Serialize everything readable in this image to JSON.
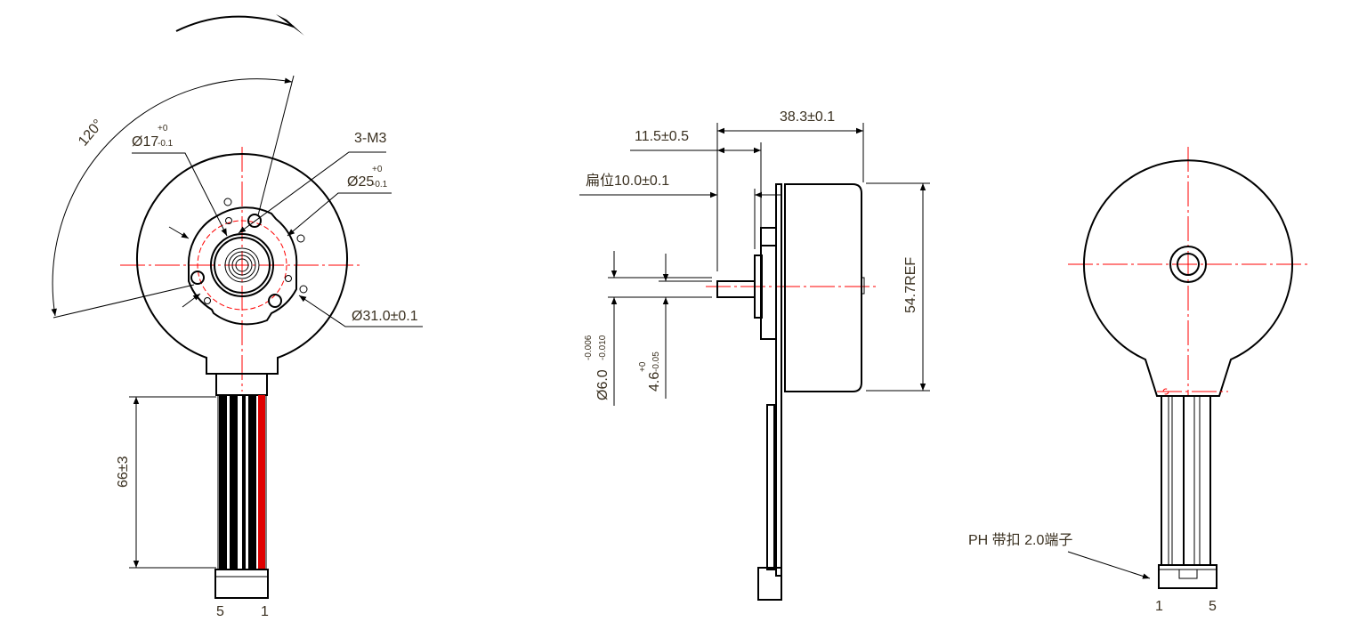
{
  "front_view": {
    "angle_label": "120°",
    "d17": {
      "main": "Ø17",
      "upper": "+0",
      "lower": "-0.1"
    },
    "holes_label": "3-M3",
    "d25": {
      "main": "Ø25",
      "upper": "+0",
      "lower": "-0.1"
    },
    "d31_label": "Ø31.0±0.1",
    "lead_length_label": "66±3",
    "pin_left": "5",
    "pin_right": "1"
  },
  "side_view": {
    "length_label": "38.3±0.1",
    "shaft_length_label": "11.5±0.5",
    "flat_label": "扁位10.0±0.1",
    "shaft_dia": {
      "main": "Ø6.0",
      "upper": "-0.006",
      "lower": "-0.010"
    },
    "flat_dim": {
      "main": "4.6",
      "upper": "+0",
      "lower": "-0.05"
    },
    "height_label": "54.7REF"
  },
  "back_view": {
    "connector_label": "PH 带扣 2.0端子",
    "pin_left": "1",
    "pin_right": "5"
  },
  "colors": {
    "line": "#000000",
    "center_line": "#ff0000",
    "text": "#3a3020",
    "red_wire": "#e00000"
  }
}
